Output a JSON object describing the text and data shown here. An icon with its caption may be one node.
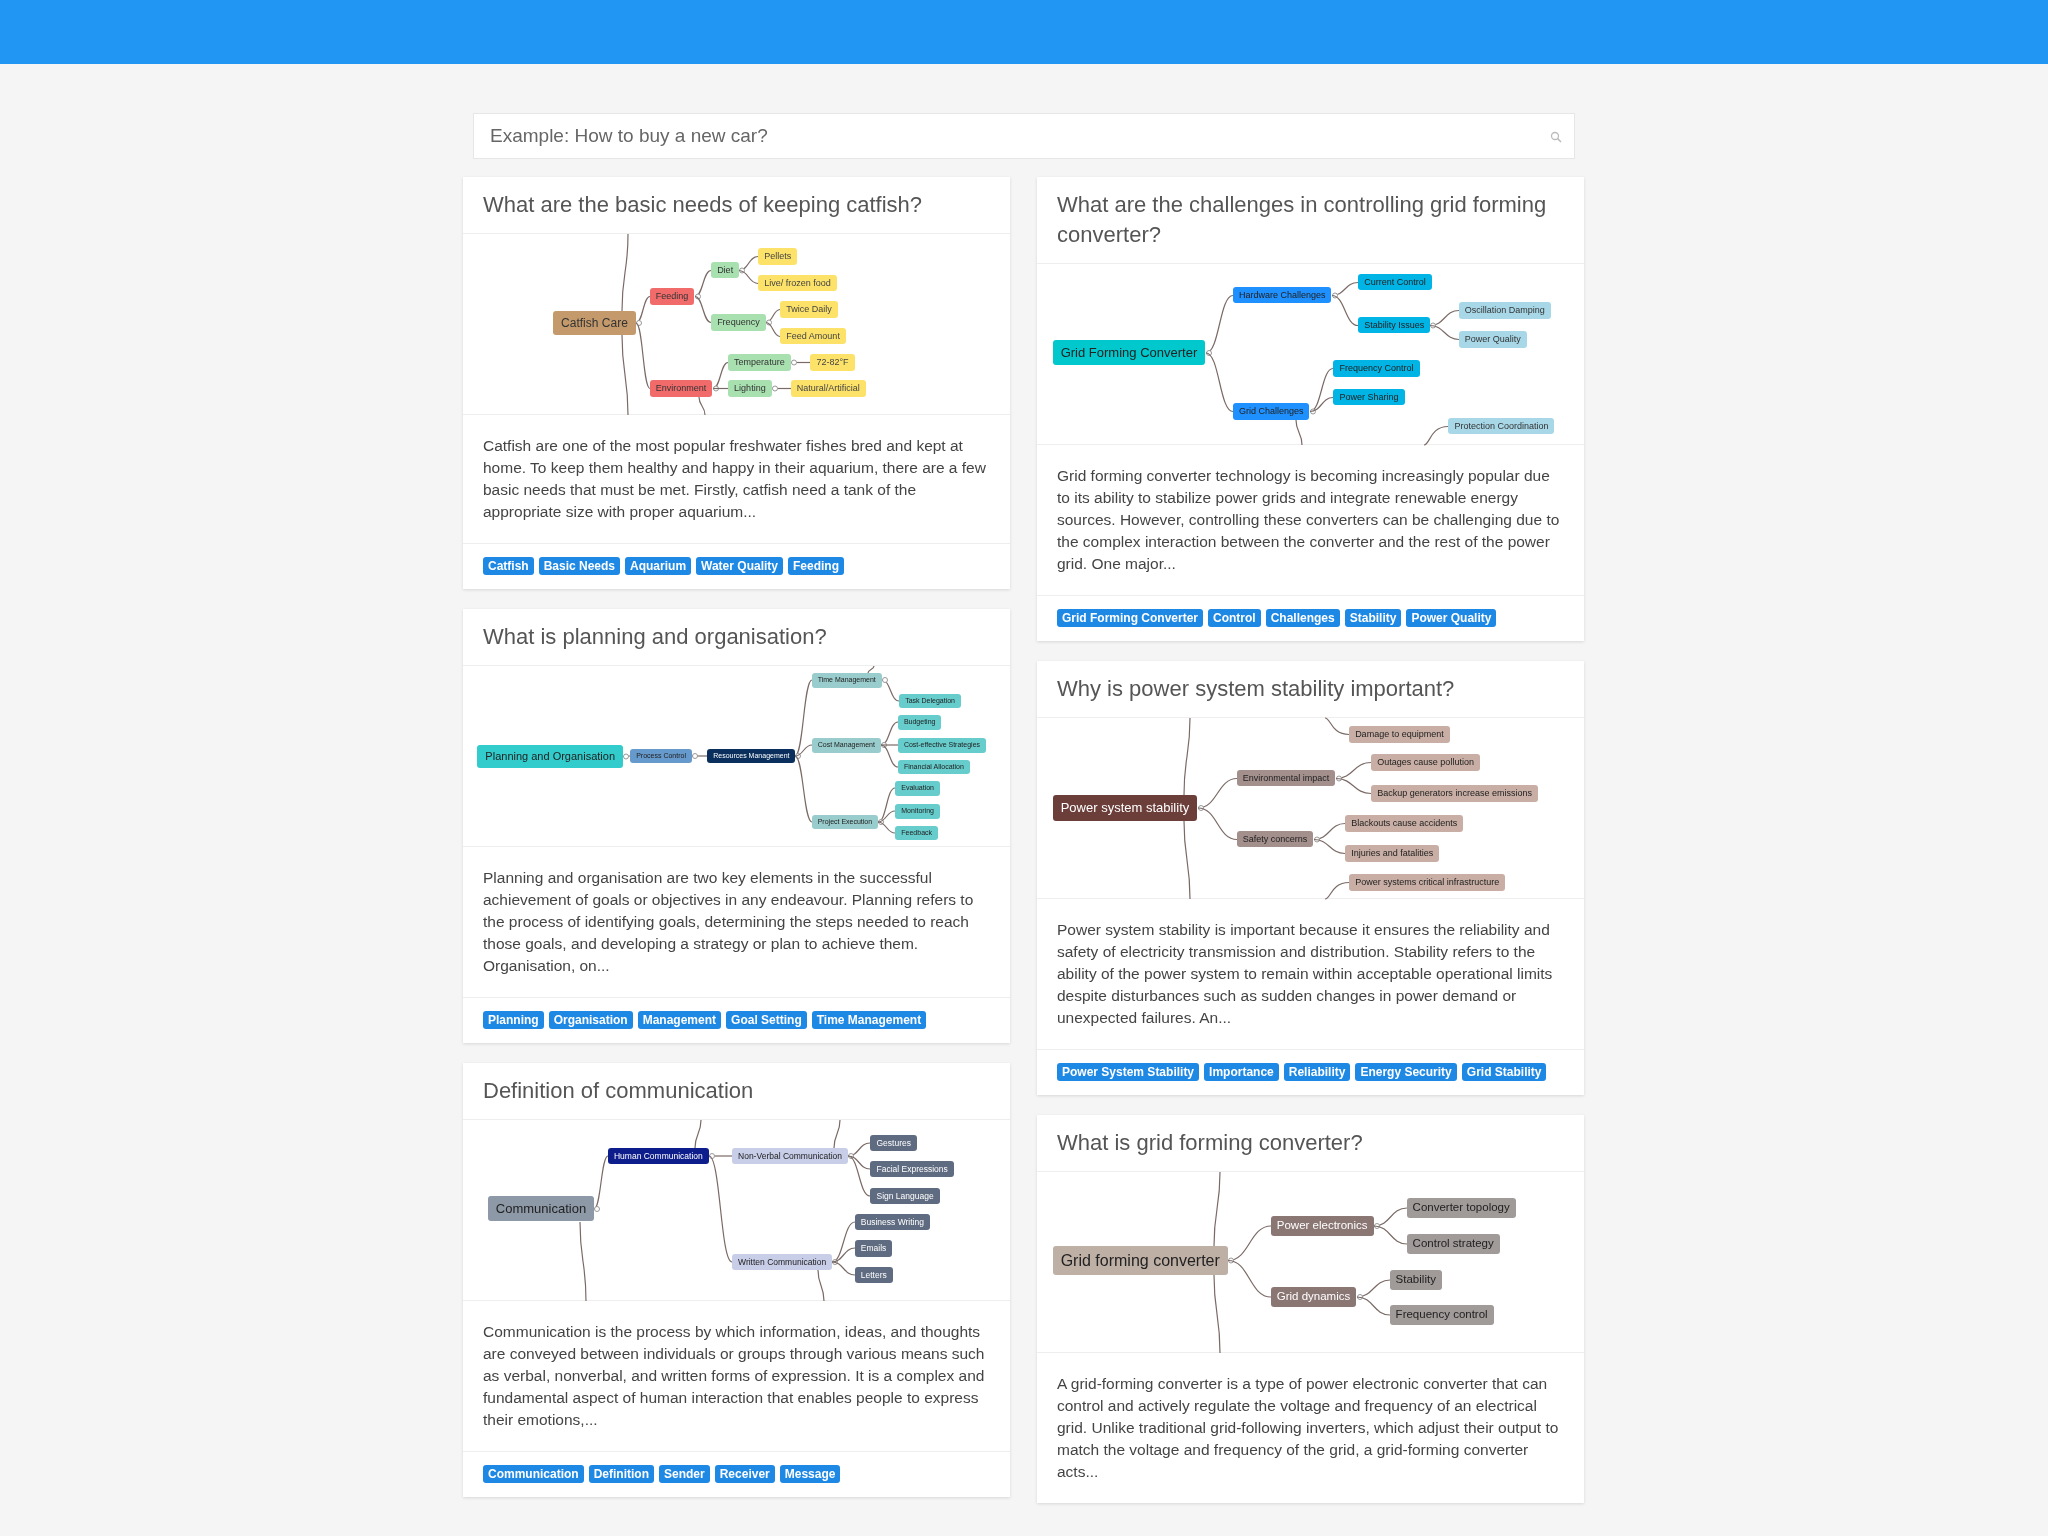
{
  "diagram": {
    "nodes": [
      {
        "text": [
          "Example: How to buy a new car?"
        ]
      },
      {
        "text": [
          "What are the basic needs of keeping catfish?",
          "Catfish are one of the most popular freshwater fishes bred and kept at home. To keep them healthy and happy in their aquarium, there are a few basic needs that must be met. Firstly, catfish need a tank of the appropriate size with proper aquarium..."
        ]
      },
      {
        "text": [
          "Catfish Care"
        ],
        "in": 1
      },
      {
        "text": [
          "Feeding"
        ],
        "in": 1
      },
      {
        "text": [
          "Diet"
        ],
        "in": 1
      },
      {
        "text": [
          "Pellets"
        ],
        "in": 1
      },
      {
        "text": [
          "Live/ frozen food"
        ],
        "in": 1
      },
      {
        "text": [
          "Frequency"
        ],
        "in": 1
      },
      {
        "text": [
          "Twice Daily"
        ],
        "in": 1
      },
      {
        "text": [
          "Feed Amount"
        ],
        "in": 1
      },
      {
        "text": [
          "Environment"
        ],
        "in": 1
      },
      {
        "text": [
          "Temperature"
        ],
        "in": 1
      },
      {
        "text": [
          "72-82°F"
        ],
        "in": 1
      },
      {
        "text": [
          "Lighting"
        ],
        "in": 1
      },
      {
        "text": [
          "Natural/Artificial"
        ],
        "in": 1
      },
      {
        "text": [
          "Catfish"
        ],
        "in": 1
      },
      {
        "text": [
          "Basic Needs"
        ],
        "in": 1
      },
      {
        "text": [
          "Aquarium"
        ],
        "in": 1
      },
      {
        "text": [
          "Water Quality"
        ],
        "in": 1
      },
      {
        "text": [
          "Feeding"
        ],
        "in": 1
      },
      {
        "text": [
          "What are the challenges in controlling grid forming converter?",
          "Grid forming converter technology is becoming increasingly popular due to its ability to stabilize power grids and integrate renewable energy sources. However, controlling these converters can be challenging due to the complex interaction between the converter and the rest of the power grid. One major..."
        ]
      },
      {
        "text": [
          "Grid Forming Converter"
        ],
        "in": 20
      },
      {
        "text": [
          "Hardware Challenges"
        ],
        "in": 20
      },
      {
        "text": [
          "Current Control"
        ],
        "in": 20
      },
      {
        "text": [
          "Stability Issues"
        ],
        "in": 20
      },
      {
        "text": [
          "Oscillation Damping"
        ],
        "in": 20
      },
      {
        "text": [
          "Power Quality"
        ],
        "in": 20
      },
      {
        "text": [
          "Grid Challenges"
        ],
        "in": 20
      },
      {
        "text": [
          "Frequency Control"
        ],
        "in": 20
      },
      {
        "text": [
          "Power Sharing"
        ],
        "in": 20
      },
      {
        "text": [
          "Protection Coordination"
        ],
        "in": 20
      },
      {
        "text": [
          "Grid Forming Converter"
        ],
        "in": 20
      },
      {
        "text": [
          "Control"
        ],
        "in": 20
      },
      {
        "text": [
          "Challenges"
        ],
        "in": 20
      },
      {
        "text": [
          "Stability"
        ],
        "in": 20
      },
      {
        "text": [
          "Power Quality"
        ],
        "in": 20
      },
      {
        "text": [
          "What is planning and organisation?",
          "Planning and organisation are two key elements in the successful achievement of goals or objectives in any endeavour. Planning refers to the process of identifying goals, determining the steps needed to reach those goals, and developing a strategy or plan to achieve them. Organisation, on..."
        ]
      },
      {
        "text": [
          "Planning and Organisation"
        ],
        "in": 36
      },
      {
        "text": [
          "Process Control"
        ],
        "in": 36
      },
      {
        "text": [
          "Resources Management"
        ],
        "in": 36
      },
      {
        "text": [
          "Time Management"
        ],
        "in": 36
      },
      {
        "text": [
          "Task Delegation"
        ],
        "in": 36
      },
      {
        "text": [
          "Cost Management"
        ],
        "in": 36
      },
      {
        "text": [
          "Budgeting"
        ],
        "in": 36
      },
      {
        "text": [
          "Cost-effective Strategies"
        ],
        "in": 36
      },
      {
        "text": [
          "Financial Allocation"
        ],
        "in": 36
      },
      {
        "text": [
          "Project Execution"
        ],
        "in": 36
      },
      {
        "text": [
          "Evaluation"
        ],
        "in": 36
      },
      {
        "text": [
          "Monitoring"
        ],
        "in": 36
      },
      {
        "text": [
          "Feedback"
        ],
        "in": 36
      },
      {
        "text": [
          "Planning"
        ],
        "in": 36
      },
      {
        "text": [
          "Organisation"
        ],
        "in": 36
      },
      {
        "text": [
          "Management"
        ],
        "in": 36
      },
      {
        "text": [
          "Goal Setting"
        ],
        "in": 36
      },
      {
        "text": [
          "Time Management"
        ],
        "in": 36
      },
      {
        "text": [
          "Why is power system stability important?",
          "Power system stability is important because it ensures the reliability and safety of electricity transmission and distribution. Stability refers to the ability of the power system to remain within acceptable operational limits despite disturbances such as sudden changes in power demand or unexpected failures. An..."
        ]
      },
      {
        "text": [
          "Power system stability"
        ],
        "in": 55
      },
      {
        "text": [
          "Damage to equipment"
        ],
        "in": 55
      },
      {
        "text": [
          "Environmental impact"
        ],
        "in": 55
      },
      {
        "text": [
          "Outages cause pollution"
        ],
        "in": 55
      },
      {
        "text": [
          "Backup generators increase emissions"
        ],
        "in": 55
      },
      {
        "text": [
          "Safety concerns"
        ],
        "in": 55
      },
      {
        "text": [
          "Blackouts cause accidents"
        ],
        "in": 55
      },
      {
        "text": [
          "Injuries and fatalities"
        ],
        "in": 55
      },
      {
        "text": [
          "Power systems critical infrastructure"
        ],
        "in": 55
      },
      {
        "text": [
          "Power System Stability"
        ],
        "in": 55
      },
      {
        "text": [
          "Importance"
        ],
        "in": 55
      },
      {
        "text": [
          "Reliability"
        ],
        "in": 55
      },
      {
        "text": [
          "Energy Security"
        ],
        "in": 55
      },
      {
        "text": [
          "Grid Stability"
        ],
        "in": 55
      },
      {
        "text": [
          "Definition of communication",
          "Communication is the process by which information, ideas, and thoughts are conveyed between individuals or groups through various means such as verbal, nonverbal, and written forms of expression. It is a complex and fundamental aspect of human interaction that enables people to express their emotions,..."
        ]
      },
      {
        "text": [
          "Communication"
        ],
        "in": 70
      },
      {
        "text": [
          "Human Communication"
        ],
        "in": 70
      },
      {
        "text": [
          "Non-Verbal Communication"
        ],
        "in": 70
      },
      {
        "text": [
          "Gestures"
        ],
        "in": 70
      },
      {
        "text": [
          "Facial Expressions"
        ],
        "in": 70
      },
      {
        "text": [
          "Sign Language"
        ],
        "in": 70
      },
      {
        "text": [
          "Written Communication"
        ],
        "in": 70
      },
      {
        "text": [
          "Business Writing"
        ],
        "in": 70
      },
      {
        "text": [
          "Emails"
        ],
        "in": 70
      },
      {
        "text": [
          "Letters"
        ],
        "in": 70
      },
      {
        "text": [
          "Communication"
        ],
        "in": 70
      },
      {
        "text": [
          "Definition"
        ],
        "in": 70
      },
      {
        "text": [
          "Sender"
        ],
        "in": 70
      },
      {
        "text": [
          "Receiver"
        ],
        "in": 70
      },
      {
        "text": [
          "Message"
        ],
        "in": 70
      },
      {
        "text": [
          "What is grid forming converter?",
          "A grid-forming converter is a type of power electronic converter that can control and actively regulate the voltage and frequency of an electrical grid. Unlike traditional grid-following inverters, which adjust their output to match the voltage and frequency of the grid, a grid-forming converter acts..."
        ]
      },
      {
        "text": [
          "Grid forming converter"
        ],
        "in": 86
      },
      {
        "text": [
          "Power electronics"
        ],
        "in": 86
      },
      {
        "text": [
          "Converter topology"
        ],
        "in": 86
      },
      {
        "text": [
          "Control strategy"
        ],
        "in": 86
      },
      {
        "text": [
          "Grid dynamics"
        ],
        "in": 86
      },
      {
        "text": [
          "Stability"
        ],
        "in": 86
      },
      {
        "text": [
          "Frequency control"
        ],
        "in": 86
      }
    ],
    "edges": [
      {
        "from": 2,
        "to": 3,
        "arrow": "none"
      },
      {
        "from": 3,
        "to": 4,
        "arrow": "none"
      },
      {
        "from": 4,
        "to": 5,
        "arrow": "none"
      },
      {
        "from": 4,
        "to": 6,
        "arrow": "none"
      },
      {
        "from": 3,
        "to": 7,
        "arrow": "none"
      },
      {
        "from": 7,
        "to": 8,
        "arrow": "none"
      },
      {
        "from": 7,
        "to": 9,
        "arrow": "none"
      },
      {
        "from": 2,
        "to": 10,
        "arrow": "none"
      },
      {
        "from": 10,
        "to": 11,
        "arrow": "none"
      },
      {
        "from": 11,
        "to": 12,
        "arrow": "none"
      },
      {
        "from": 10,
        "to": 13,
        "arrow": "none"
      },
      {
        "from": 13,
        "to": 14,
        "arrow": "none"
      },
      {
        "from": 2,
        "to": null,
        "arrow": "none"
      },
      {
        "from": 2,
        "to": null,
        "arrow": "none"
      },
      {
        "from": 10,
        "to": null,
        "arrow": "none"
      },
      {
        "from": 21,
        "to": 22,
        "arrow": "none"
      },
      {
        "from": 22,
        "to": 23,
        "arrow": "none"
      },
      {
        "from": 22,
        "to": 24,
        "arrow": "none"
      },
      {
        "from": 24,
        "to": 25,
        "arrow": "none"
      },
      {
        "from": 24,
        "to": 26,
        "arrow": "none"
      },
      {
        "from": 21,
        "to": 27,
        "arrow": "none"
      },
      {
        "from": 27,
        "to": 28,
        "arrow": "none"
      },
      {
        "from": 27,
        "to": 29,
        "arrow": "none"
      },
      {
        "from": null,
        "to": 30,
        "arrow": "none"
      },
      {
        "from": 27,
        "to": null,
        "arrow": "none"
      },
      {
        "from": 37,
        "to": 38,
        "arrow": "none"
      },
      {
        "from": 38,
        "to": 39,
        "arrow": "none"
      },
      {
        "from": 39,
        "to": 40,
        "arrow": "none"
      },
      {
        "from": 40,
        "to": 41,
        "arrow": "none"
      },
      {
        "from": 39,
        "to": 42,
        "arrow": "none"
      },
      {
        "from": 42,
        "to": 43,
        "arrow": "none"
      },
      {
        "from": 42,
        "to": 44,
        "arrow": "none"
      },
      {
        "from": 42,
        "to": 45,
        "arrow": "none"
      },
      {
        "from": 39,
        "to": 46,
        "arrow": "none"
      },
      {
        "from": 46,
        "to": 47,
        "arrow": "none"
      },
      {
        "from": 46,
        "to": 48,
        "arrow": "none"
      },
      {
        "from": 46,
        "to": 49,
        "arrow": "none"
      },
      {
        "from": 40,
        "to": null,
        "arrow": "none"
      },
      {
        "from": 56,
        "to": 58,
        "arrow": "none"
      },
      {
        "from": 58,
        "to": 59,
        "arrow": "none"
      },
      {
        "from": 58,
        "to": 60,
        "arrow": "none"
      },
      {
        "from": 56,
        "to": 61,
        "arrow": "none"
      },
      {
        "from": 61,
        "to": 62,
        "arrow": "none"
      },
      {
        "from": 61,
        "to": 63,
        "arrow": "none"
      },
      {
        "from": null,
        "to": 57,
        "arrow": "none"
      },
      {
        "from": null,
        "to": 64,
        "arrow": "none"
      },
      {
        "from": 56,
        "to": null,
        "arrow": "none"
      },
      {
        "from": 56,
        "to": null,
        "arrow": "none"
      },
      {
        "from": 71,
        "to": 72,
        "arrow": "none"
      },
      {
        "from": 72,
        "to": 73,
        "arrow": "none"
      },
      {
        "from": 73,
        "to": 74,
        "arrow": "none"
      },
      {
        "from": 73,
        "to": 75,
        "arrow": "none"
      },
      {
        "from": 73,
        "to": 76,
        "arrow": "none"
      },
      {
        "from": 72,
        "to": 77,
        "arrow": "none"
      },
      {
        "from": 77,
        "to": 78,
        "arrow": "none"
      },
      {
        "from": 77,
        "to": 79,
        "arrow": "none"
      },
      {
        "from": 77,
        "to": 80,
        "arrow": "none"
      },
      {
        "from": 71,
        "to": null,
        "arrow": "none"
      },
      {
        "from": 72,
        "to": null,
        "arrow": "none"
      },
      {
        "from": 73,
        "to": null,
        "arrow": "none"
      },
      {
        "from": 77,
        "to": null,
        "arrow": "none"
      },
      {
        "from": 87,
        "to": 88,
        "arrow": "none"
      },
      {
        "from": 88,
        "to": 89,
        "arrow": "none"
      },
      {
        "from": 88,
        "to": 90,
        "arrow": "none"
      },
      {
        "from": 87,
        "to": 91,
        "arrow": "none"
      },
      {
        "from": 91,
        "to": 92,
        "arrow": "none"
      },
      {
        "from": 91,
        "to": 93,
        "arrow": "none"
      },
      {
        "from": 87,
        "to": null,
        "arrow": "none"
      },
      {
        "from": 87,
        "to": null,
        "arrow": "none"
      }
    ]
  }
}
